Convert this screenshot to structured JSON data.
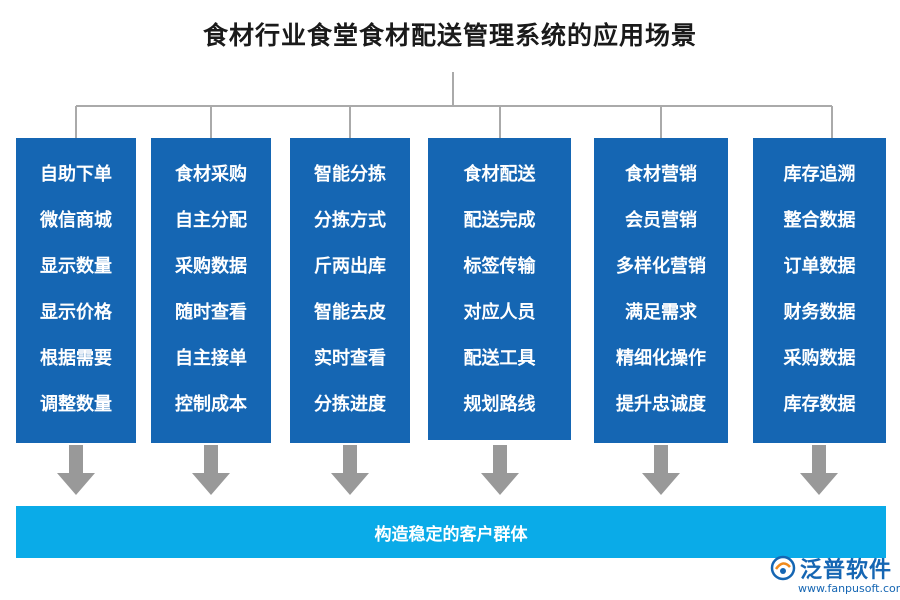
{
  "title": "食材行业食堂食材配送管理系统的应用场景",
  "columns": [
    {
      "items": [
        "自助下单",
        "微信商城",
        "显示数量",
        "显示价格",
        "根据需要",
        "调整数量"
      ]
    },
    {
      "items": [
        "食材采购",
        "自主分配",
        "采购数据",
        "随时查看",
        "自主接单",
        "控制成本"
      ]
    },
    {
      "items": [
        "智能分拣",
        "分拣方式",
        "斤两出库",
        "智能去皮",
        "实时查看",
        "分拣进度"
      ]
    },
    {
      "items": [
        "食材配送",
        "配送完成",
        "标签传输",
        "对应人员",
        "配送工具",
        "规划路线"
      ]
    },
    {
      "items": [
        "食材营销",
        "会员营销",
        "多样化营销",
        "满足需求",
        "精细化操作",
        "提升忠诚度"
      ]
    },
    {
      "items": [
        "库存追溯",
        "整合数据",
        "订单数据",
        "财务数据",
        "采购数据",
        "库存数据"
      ]
    }
  ],
  "bottom_label": "构造稳定的客户群体",
  "logo": {
    "name": "泛普软件",
    "url": "www.fanpusoft.com"
  },
  "colors": {
    "column": "#1566b3",
    "bar": "#0aabe8",
    "arrow": "#999999",
    "line": "#aaaaaa"
  }
}
